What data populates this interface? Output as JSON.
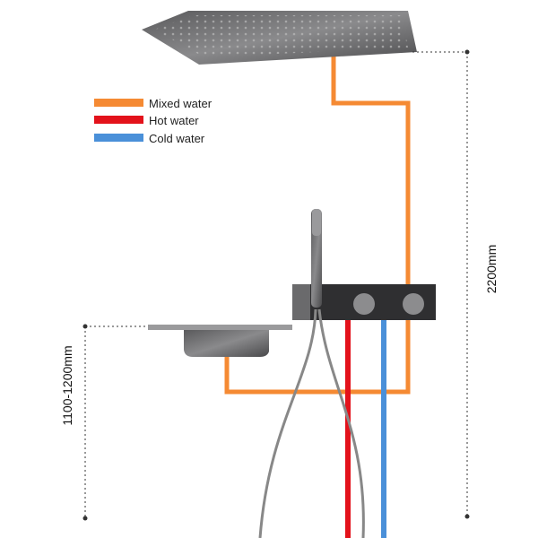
{
  "legend": [
    {
      "label": "Mixed water",
      "color": "#f58a33"
    },
    {
      "label": "Hot water",
      "color": "#e3121b"
    },
    {
      "label": "Cold water",
      "color": "#4a90d9"
    }
  ],
  "dimensions": {
    "total_height": "2200mm",
    "spout_height": "1100-1200mm"
  }
}
